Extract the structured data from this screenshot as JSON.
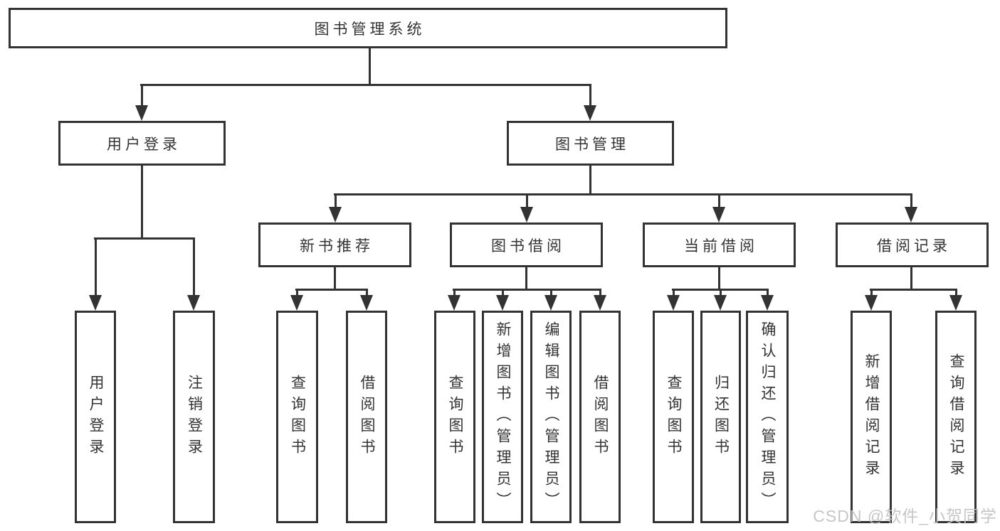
{
  "tree": {
    "root": {
      "label": "图书管理系统"
    },
    "branches": [
      {
        "label": "用户登录",
        "children": [
          {
            "label": "用户登录"
          },
          {
            "label": "注销登录"
          }
        ]
      },
      {
        "label": "图书管理",
        "sections": [
          {
            "label": "新书推荐",
            "children": [
              {
                "label": "查询图书"
              },
              {
                "label": "借阅图书"
              }
            ]
          },
          {
            "label": "图书借阅",
            "children": [
              {
                "label": "查询图书"
              },
              {
                "label": "新增图书（管理员）"
              },
              {
                "label": "编辑图书（管理员）"
              },
              {
                "label": "借阅图书"
              }
            ]
          },
          {
            "label": "当前借阅",
            "children": [
              {
                "label": "查询图书"
              },
              {
                "label": "归还图书"
              },
              {
                "label": "确认归还（管理员）"
              }
            ]
          },
          {
            "label": "借阅记录",
            "children": [
              {
                "label": "新增借阅记录"
              },
              {
                "label": "查询借阅记录"
              }
            ]
          }
        ]
      }
    ]
  },
  "watermark": "CSDN @软件_小贺同学",
  "colors": {
    "line": "#333333",
    "text": "#333333",
    "box_background": "#ffffff",
    "watermark": "#c3c3c3"
  }
}
